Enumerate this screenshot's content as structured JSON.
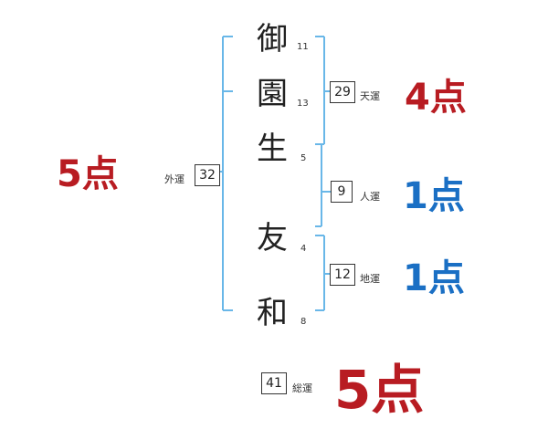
{
  "colors": {
    "red": "#b81c22",
    "blue": "#1a6fc4",
    "bracket": "#69b7e8"
  },
  "name": {
    "surname": [
      {
        "char": "御",
        "strokes": "11"
      },
      {
        "char": "園",
        "strokes": "13"
      },
      {
        "char": "生",
        "strokes": "5"
      }
    ],
    "given": [
      {
        "char": "友",
        "strokes": "4"
      },
      {
        "char": "和",
        "strokes": "8"
      }
    ]
  },
  "fortunes": {
    "outer": {
      "label": "外運",
      "value": "32",
      "score": "5点"
    },
    "heaven": {
      "label": "天運",
      "value": "29",
      "score": "4点"
    },
    "person": {
      "label": "人運",
      "value": "9",
      "score": "1点"
    },
    "earth": {
      "label": "地運",
      "value": "12",
      "score": "1点"
    },
    "total": {
      "label": "総運",
      "value": "41",
      "score": "5点"
    }
  }
}
